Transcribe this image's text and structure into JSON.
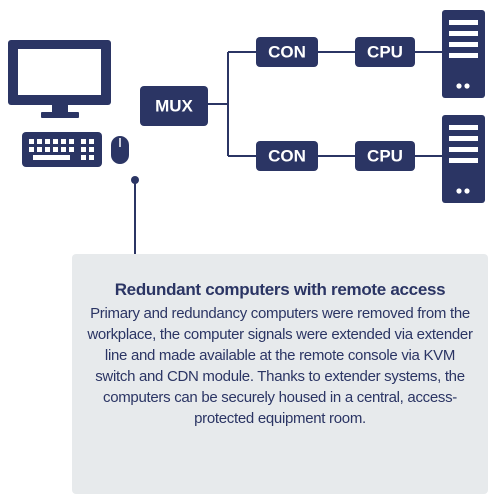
{
  "colors": {
    "navy": "#2b3564",
    "callout_bg": "#e7eaec",
    "white": "#ffffff"
  },
  "icons": [
    "monitor-icon",
    "keyboard-icon",
    "mouse-icon",
    "server-tower-icon"
  ],
  "nodes": {
    "mux": "MUX",
    "con_top": "CON",
    "cpu_top": "CPU",
    "con_bottom": "CON",
    "cpu_bottom": "CPU"
  },
  "callout": {
    "title": "Redundant computers with remote access",
    "body": "Primary and redundancy computers were removed from the workplace, the computer signals were extended via extender line and made available at the remote console via KVM switch and CDN module. Thanks to extender systems, the computers can be securely housed in a central, access-protected equipment room."
  }
}
